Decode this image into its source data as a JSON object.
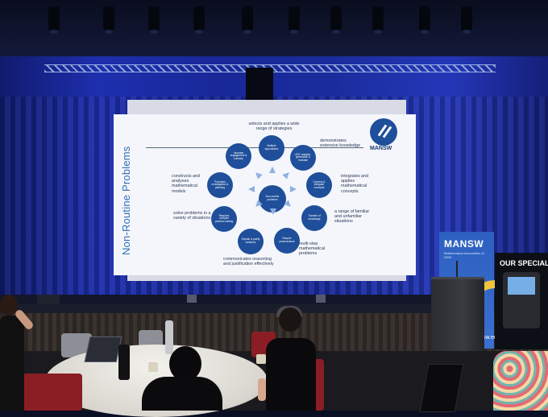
{
  "slide": {
    "title": "Non-Routine Problems",
    "logo": "MANSW",
    "center": "Non-routine problems",
    "nodes": [
      "Multiple approaches",
      "AST, analyse, generalise & evaluate",
      "Connect & integrate concepts",
      "Transfer of knowledge",
      "Require perseverance",
      "Explain & justify solutions",
      "Requires complex problem solving",
      "Promotes investigation & planning",
      "Increase engagement & curiosity"
    ],
    "labels": {
      "top": "selects and applies a wide range of strategies",
      "top_right": "demonstrates extensive knowledge",
      "right_upper": "integrates and applies mathematical concepts",
      "right_lower": "a range of familiar and unfamiliar situations",
      "bottom_right": "multi-step mathematical problems",
      "bottom": "communicates reasoning and justification effectively",
      "left_lower": "solve problems in a variety of situations",
      "left_upper": "constructs and analyses mathematical models"
    }
  },
  "banner": {
    "title": "MANSW",
    "subtitle": "Mathematical Association of NSW",
    "url": "nsw.edu.au"
  },
  "sign": {
    "text": "OUR SPECIAL fx"
  },
  "colors": {
    "curtain": "#1a2c9c",
    "node": "#1f4f9a",
    "title": "#2f6eb6",
    "chair": "#8a1e24"
  }
}
